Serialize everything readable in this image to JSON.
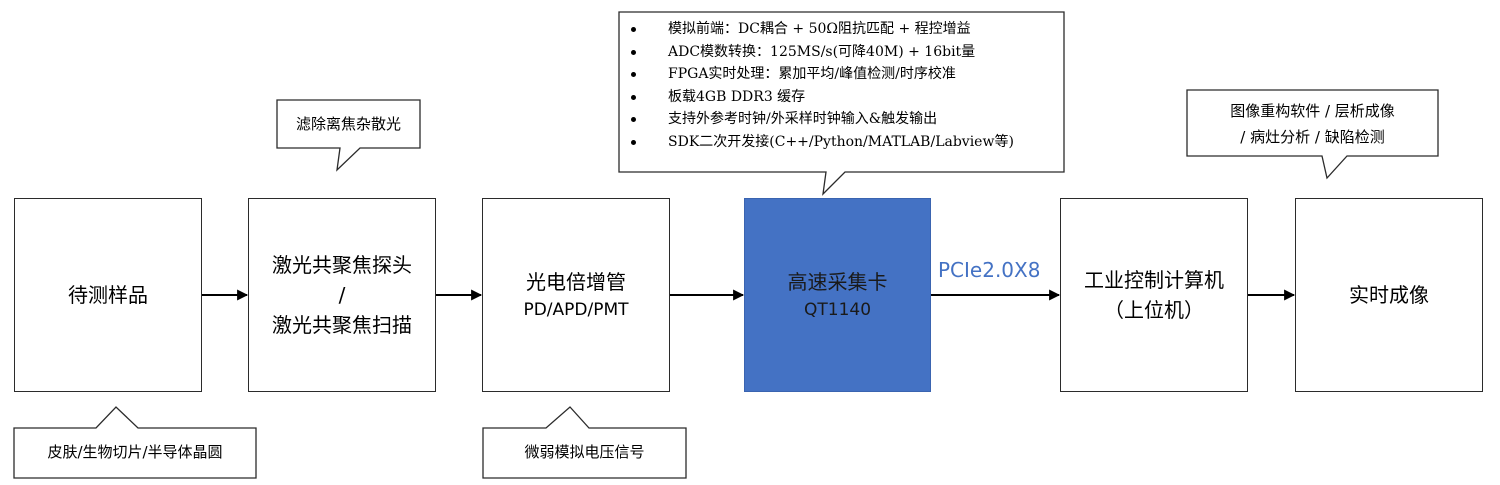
{
  "nodes": {
    "sample": {
      "label": "待测样品"
    },
    "probe": {
      "line1": "激光共聚焦探头",
      "line2": "/",
      "line3": "激光共聚焦扫描"
    },
    "detector": {
      "label": "光电倍增管",
      "sub": "PD/APD/PMT"
    },
    "card": {
      "label": "高速采集卡",
      "sub": "QT1140"
    },
    "computer": {
      "label": "工业控制计算机",
      "sub": "（上位机）"
    },
    "imaging": {
      "label": "实时成像"
    }
  },
  "link_label": "PCIe2.0X8",
  "callouts": {
    "sample_note": "皮肤/生物切片/半导体晶圆",
    "probe_note": "滤除离焦杂散光",
    "detector_note": "微弱模拟电压信号",
    "software_note": {
      "line1": "图像重构软件 / 层析成像",
      "line2": "/ 病灶分析 / 缺陷检测"
    },
    "card_features": [
      "模拟前端：DC耦合 + 50Ω阻抗匹配 + 程控增益",
      "ADC模数转换：125MS/s(可降40M) + 16bit量",
      "FPGA实时处理：累加平均/峰值检测/时序校准",
      "板载4GB DDR3 缓存",
      "支持外参考时钟/外采样时钟输入&触发输出",
      "SDK二次开发接(C++/Python/MATLAB/Labview等)"
    ]
  },
  "colors": {
    "accent": "#4472c4",
    "stroke": "#2b2b2b"
  }
}
